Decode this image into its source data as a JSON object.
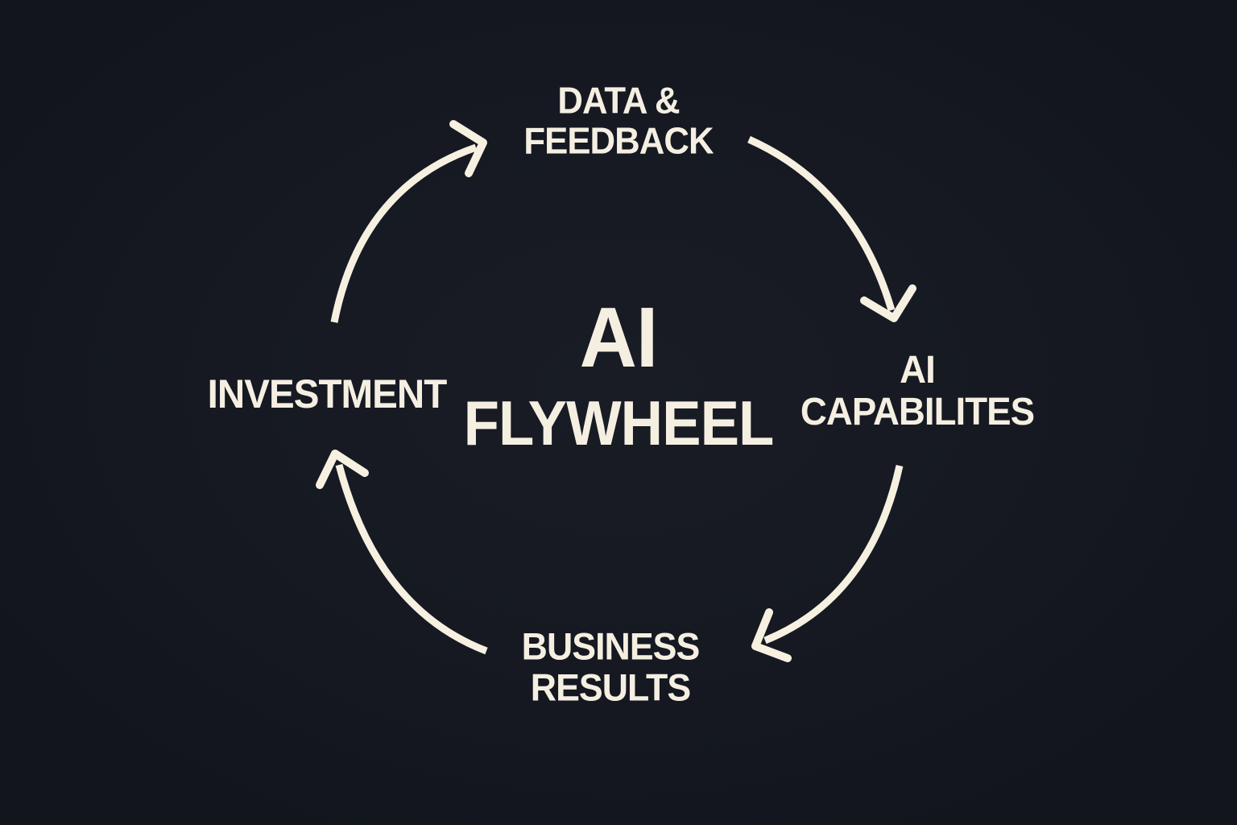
{
  "diagram": {
    "title": {
      "line1": "AI",
      "line2": "FLYWHEEL"
    },
    "nodes": {
      "data_feedback": {
        "line1": "DATA &",
        "line2": "FEEDBACK"
      },
      "ai_capabilities": {
        "line1": "AI",
        "line2": "CAPABILITES"
      },
      "business_results": {
        "line1": "BUSINESS",
        "line2": "RESULTS"
      },
      "investment": {
        "line1": "INVESTMENT"
      }
    },
    "edges": [
      {
        "from": "INVESTMENT",
        "to": "DATA & FEEDBACK"
      },
      {
        "from": "DATA & FEEDBACK",
        "to": "AI CAPABILITES"
      },
      {
        "from": "AI CAPABILITES",
        "to": "BUSINESS RESULTS"
      },
      {
        "from": "BUSINESS RESULTS",
        "to": "INVESTMENT"
      }
    ],
    "direction": "clockwise",
    "colors": {
      "background": "#161922",
      "foreground": "#f5efe2",
      "arrow": "#f6f0e1"
    }
  }
}
